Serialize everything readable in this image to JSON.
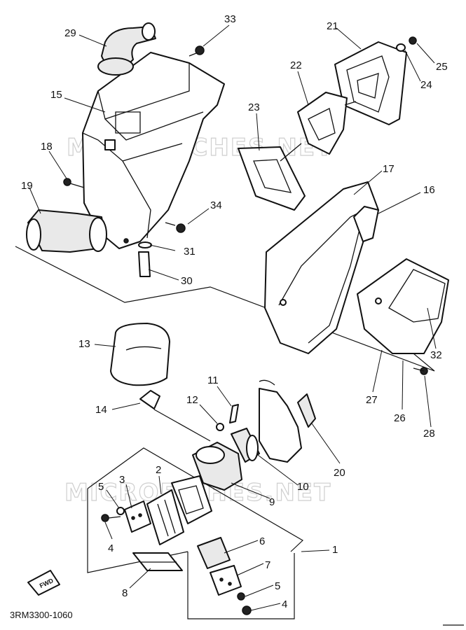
{
  "diagram": {
    "part_code": "3RM3300-1060",
    "watermark_text": "MICROFICHES.NET",
    "fwd_label": "FWD",
    "callouts": [
      {
        "id": "29",
        "label": "29"
      },
      {
        "id": "33",
        "label": "33"
      },
      {
        "id": "21",
        "label": "21"
      },
      {
        "id": "25",
        "label": "25"
      },
      {
        "id": "24",
        "label": "24"
      },
      {
        "id": "22",
        "label": "22"
      },
      {
        "id": "15",
        "label": "15"
      },
      {
        "id": "23",
        "label": "23"
      },
      {
        "id": "18",
        "label": "18"
      },
      {
        "id": "17",
        "label": "17"
      },
      {
        "id": "19",
        "label": "19"
      },
      {
        "id": "16",
        "label": "16"
      },
      {
        "id": "34",
        "label": "34"
      },
      {
        "id": "31",
        "label": "31"
      },
      {
        "id": "30",
        "label": "30"
      },
      {
        "id": "13",
        "label": "13"
      },
      {
        "id": "32",
        "label": "32"
      },
      {
        "id": "11",
        "label": "11"
      },
      {
        "id": "14",
        "label": "14"
      },
      {
        "id": "12",
        "label": "12"
      },
      {
        "id": "27",
        "label": "27"
      },
      {
        "id": "26",
        "label": "26"
      },
      {
        "id": "28",
        "label": "28"
      },
      {
        "id": "20",
        "label": "20"
      },
      {
        "id": "2",
        "label": "2"
      },
      {
        "id": "3",
        "label": "3"
      },
      {
        "id": "10",
        "label": "10"
      },
      {
        "id": "5a",
        "label": "5"
      },
      {
        "id": "9",
        "label": "9"
      },
      {
        "id": "4a",
        "label": "4"
      },
      {
        "id": "1",
        "label": "1"
      },
      {
        "id": "6",
        "label": "6"
      },
      {
        "id": "7",
        "label": "7"
      },
      {
        "id": "8",
        "label": "8"
      },
      {
        "id": "5b",
        "label": "5"
      },
      {
        "id": "4b",
        "label": "4"
      }
    ]
  }
}
